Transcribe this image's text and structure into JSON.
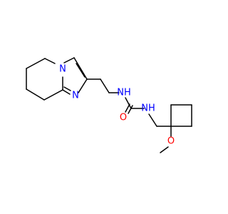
{
  "atoms": {
    "ring_n": {
      "symbol": "N",
      "color": "#0000ff"
    },
    "imine_n": {
      "symbol": "N",
      "color": "#0000ff"
    },
    "urea_nh_left": {
      "symbol": "NH",
      "color": "#0000ff"
    },
    "urea_nh_right": {
      "symbol": "NH",
      "color": "#0000ff"
    },
    "carbonyl_o": {
      "symbol": "O",
      "color": "#ff0000"
    },
    "methoxy_o": {
      "symbol": "O",
      "color": "#ff0000"
    }
  }
}
